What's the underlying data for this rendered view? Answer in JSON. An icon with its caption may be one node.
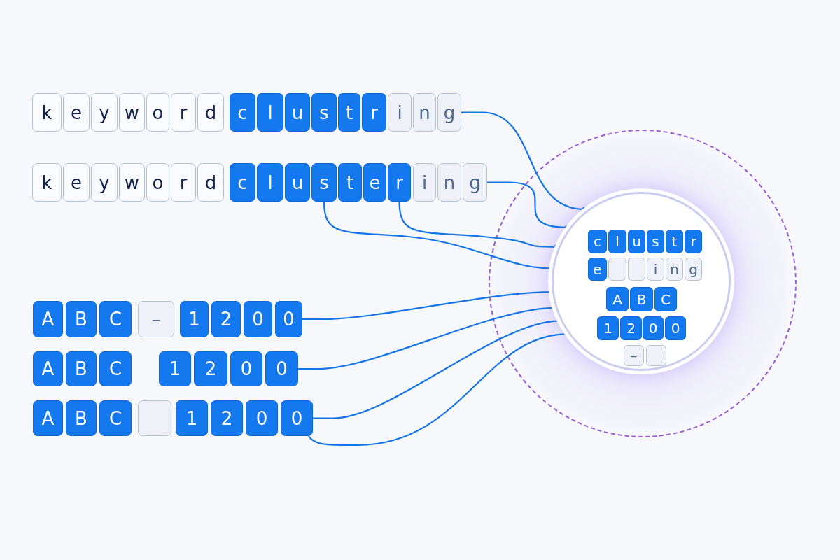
{
  "diagram": {
    "nodes": [
      {
        "text": [
          "k"
        ]
      },
      {
        "text": [
          "e"
        ]
      },
      {
        "text": [
          "y"
        ]
      },
      {
        "text": [
          "w"
        ]
      },
      {
        "text": [
          "o"
        ]
      },
      {
        "text": [
          "r"
        ]
      },
      {
        "text": [
          "d"
        ]
      },
      {
        "text": [
          "c"
        ]
      },
      {
        "text": [
          "l"
        ]
      },
      {
        "text": [
          "u"
        ]
      },
      {
        "text": [
          "s"
        ]
      },
      {
        "text": [
          "t"
        ]
      },
      {
        "text": [
          "r"
        ]
      },
      {
        "text": [
          "i"
        ]
      },
      {
        "text": [
          "n"
        ]
      },
      {
        "text": [
          "g"
        ]
      },
      {
        "text": [
          "k"
        ]
      },
      {
        "text": [
          "e"
        ]
      },
      {
        "text": [
          "y"
        ]
      },
      {
        "text": [
          "w"
        ]
      },
      {
        "text": [
          "o"
        ]
      },
      {
        "text": [
          "r"
        ]
      },
      {
        "text": [
          "d"
        ]
      },
      {
        "text": [
          "c"
        ]
      },
      {
        "text": [
          "l"
        ]
      },
      {
        "text": [
          "u"
        ]
      },
      {
        "text": [
          "s"
        ]
      },
      {
        "text": [
          "t"
        ]
      },
      {
        "text": [
          "e"
        ]
      },
      {
        "text": [
          "r"
        ]
      },
      {
        "text": [
          "i"
        ]
      },
      {
        "text": [
          "n"
        ]
      },
      {
        "text": [
          "g"
        ]
      },
      {
        "text": [
          "A"
        ]
      },
      {
        "text": [
          "B"
        ]
      },
      {
        "text": [
          "C"
        ]
      },
      {
        "text": [
          "–"
        ]
      },
      {
        "text": [
          "1"
        ]
      },
      {
        "text": [
          "2"
        ]
      },
      {
        "text": [
          "0"
        ]
      },
      {
        "text": [
          "0"
        ]
      },
      {
        "text": [
          "A"
        ]
      },
      {
        "text": [
          "B"
        ]
      },
      {
        "text": [
          "C"
        ]
      },
      {
        "text": [
          "1"
        ]
      },
      {
        "text": [
          "2"
        ]
      },
      {
        "text": [
          "0"
        ]
      },
      {
        "text": [
          "0"
        ]
      },
      {
        "text": [
          "A"
        ]
      },
      {
        "text": [
          "B"
        ]
      },
      {
        "text": [
          "C"
        ]
      },
      {
        "text": [],
        "shape": "box"
      },
      {
        "text": [
          "1"
        ]
      },
      {
        "text": [
          "2"
        ]
      },
      {
        "text": [
          "0"
        ]
      },
      {
        "text": [
          "0"
        ]
      },
      {
        "text": [],
        "shape": "circle"
      },
      {
        "text": [],
        "shape": "circle",
        "in": 56
      },
      {
        "text": [
          "c"
        ],
        "in": 57
      },
      {
        "text": [
          "l"
        ],
        "in": 57
      },
      {
        "text": [
          "u"
        ],
        "in": 57
      },
      {
        "text": [
          "s"
        ],
        "in": 57
      },
      {
        "text": [
          "t"
        ],
        "in": 57
      },
      {
        "text": [
          "r"
        ],
        "in": 57
      },
      {
        "text": [
          "e"
        ],
        "in": 57
      },
      {
        "text": [],
        "shape": "box",
        "in": 57
      },
      {
        "text": [],
        "shape": "box",
        "in": 57
      },
      {
        "text": [
          "i"
        ],
        "in": 57
      },
      {
        "text": [
          "n"
        ],
        "in": 57
      },
      {
        "text": [
          "g"
        ],
        "in": 57
      },
      {
        "text": [
          "A"
        ],
        "in": 57
      },
      {
        "text": [
          "B"
        ],
        "in": 57
      },
      {
        "text": [
          "C"
        ],
        "in": 57
      },
      {
        "text": [
          "1"
        ],
        "in": 57
      },
      {
        "text": [
          "2"
        ],
        "in": 57
      },
      {
        "text": [
          "0"
        ],
        "in": 57
      },
      {
        "text": [
          "0"
        ],
        "in": 57
      },
      {
        "text": [
          "–"
        ],
        "in": 57
      },
      {
        "text": [],
        "shape": "box",
        "in": 57
      }
    ],
    "edges": [
      {
        "from": 15,
        "to": 57,
        "arrow": "other"
      },
      {
        "from": 32,
        "to": 57,
        "arrow": "other"
      },
      {
        "from": 29,
        "to": 57,
        "arrow": "other"
      },
      {
        "from": 26,
        "to": 57,
        "arrow": "other"
      },
      {
        "from": 40,
        "to": 57,
        "arrow": "other"
      },
      {
        "from": 47,
        "to": 57,
        "arrow": "other"
      },
      {
        "from": 55,
        "to": 57,
        "arrow": "other"
      },
      {
        "from": 55,
        "to": 57,
        "arrow": "other"
      }
    ]
  }
}
